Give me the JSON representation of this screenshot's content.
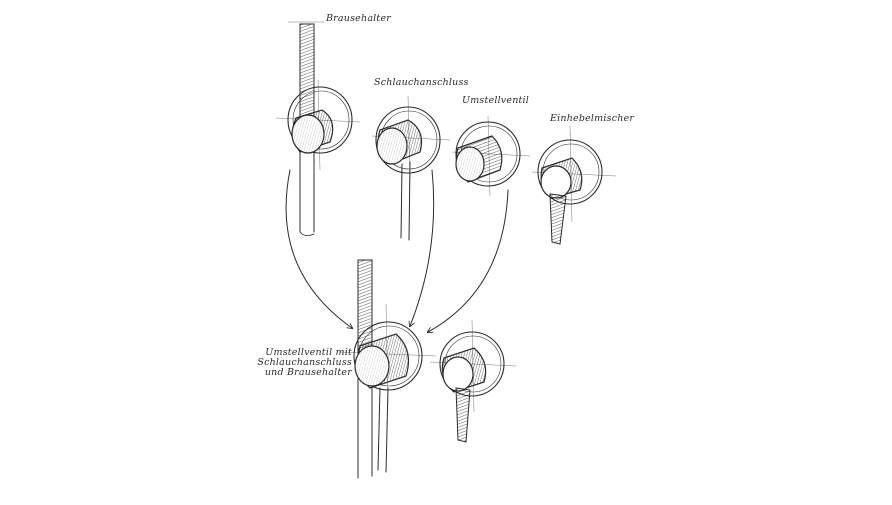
{
  "labels": {
    "brausehalter": "Brausehalter",
    "schlauchanschluss": "Schlauchanschluss",
    "umstellventil": "Umstellventil",
    "einhebelmischer": "Einhebelmischer",
    "combined_line1": "Umstellventil mit",
    "combined_line2": "Schlauchanschluss",
    "combined_line3": "und Brausehalter"
  },
  "colors": {
    "ink": "#2b2b2b",
    "background": "#ffffff"
  }
}
